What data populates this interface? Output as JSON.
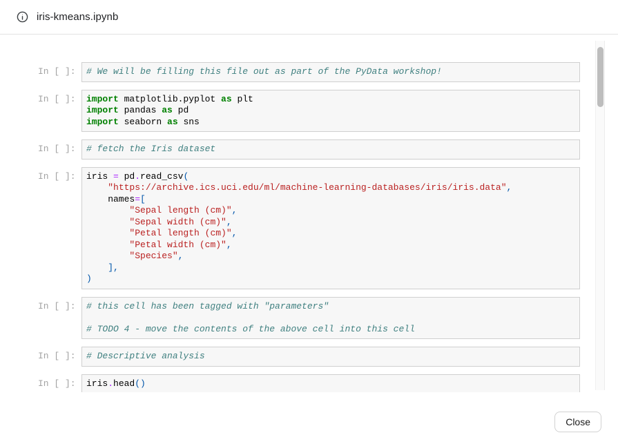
{
  "header": {
    "title": "iris-kmeans.ipynb"
  },
  "footer": {
    "close_label": "Close"
  },
  "colors": {
    "title": "#202124",
    "divider": "#e2e2e2",
    "prompt": "#a3a3a3",
    "cell_bg": "#f7f7f7",
    "cell_border": "#cfcfcf",
    "comment": "#408080",
    "keyword": "#008000",
    "string": "#ba2121",
    "operator": "#aa22ff",
    "punctuation": "#0055aa"
  },
  "notebook": {
    "prompt_label": "In [ ]:",
    "cells": [
      {
        "lines": [
          [
            [
              "comment",
              "# We will be filling this file out as part of the PyData workshop!"
            ]
          ]
        ]
      },
      {
        "lines": [
          [
            [
              "keyword",
              "import"
            ],
            [
              "plain",
              " matplotlib.pyplot "
            ],
            [
              "keyword",
              "as"
            ],
            [
              "plain",
              " plt"
            ]
          ],
          [
            [
              "keyword",
              "import"
            ],
            [
              "plain",
              " pandas "
            ],
            [
              "keyword",
              "as"
            ],
            [
              "plain",
              " pd"
            ]
          ],
          [
            [
              "keyword",
              "import"
            ],
            [
              "plain",
              " seaborn "
            ],
            [
              "keyword",
              "as"
            ],
            [
              "plain",
              " sns"
            ]
          ]
        ]
      },
      {
        "lines": [
          [
            [
              "comment",
              "# fetch the Iris dataset"
            ]
          ]
        ]
      },
      {
        "lines": [
          [
            [
              "plain",
              "iris "
            ],
            [
              "operator",
              "="
            ],
            [
              "plain",
              " pd"
            ],
            [
              "operator",
              "."
            ],
            [
              "plain",
              "read_csv"
            ],
            [
              "punctuation",
              "("
            ]
          ],
          [
            [
              "plain",
              "    "
            ],
            [
              "string",
              "\"https://archive.ics.uci.edu/ml/machine-learning-databases/iris/iris.data\""
            ],
            [
              "punctuation",
              ","
            ]
          ],
          [
            [
              "plain",
              "    names"
            ],
            [
              "operator",
              "="
            ],
            [
              "punctuation",
              "["
            ]
          ],
          [
            [
              "plain",
              "        "
            ],
            [
              "string",
              "\"Sepal length (cm)\""
            ],
            [
              "punctuation",
              ","
            ]
          ],
          [
            [
              "plain",
              "        "
            ],
            [
              "string",
              "\"Sepal width (cm)\""
            ],
            [
              "punctuation",
              ","
            ]
          ],
          [
            [
              "plain",
              "        "
            ],
            [
              "string",
              "\"Petal length (cm)\""
            ],
            [
              "punctuation",
              ","
            ]
          ],
          [
            [
              "plain",
              "        "
            ],
            [
              "string",
              "\"Petal width (cm)\""
            ],
            [
              "punctuation",
              ","
            ]
          ],
          [
            [
              "plain",
              "        "
            ],
            [
              "string",
              "\"Species\""
            ],
            [
              "punctuation",
              ","
            ]
          ],
          [
            [
              "plain",
              "    "
            ],
            [
              "punctuation",
              "],"
            ]
          ],
          [
            [
              "punctuation",
              ")"
            ]
          ]
        ]
      },
      {
        "lines": [
          [
            [
              "comment",
              "# this cell has been tagged with \"parameters\""
            ]
          ],
          [],
          [
            [
              "comment",
              "# TODO 4 - move the contents of the above cell into this cell"
            ]
          ]
        ]
      },
      {
        "lines": [
          [
            [
              "comment",
              "# Descriptive analysis"
            ]
          ]
        ]
      },
      {
        "lines": [
          [
            [
              "plain",
              "iris"
            ],
            [
              "operator",
              "."
            ],
            [
              "plain",
              "head"
            ],
            [
              "punctuation",
              "()"
            ]
          ]
        ]
      }
    ]
  }
}
